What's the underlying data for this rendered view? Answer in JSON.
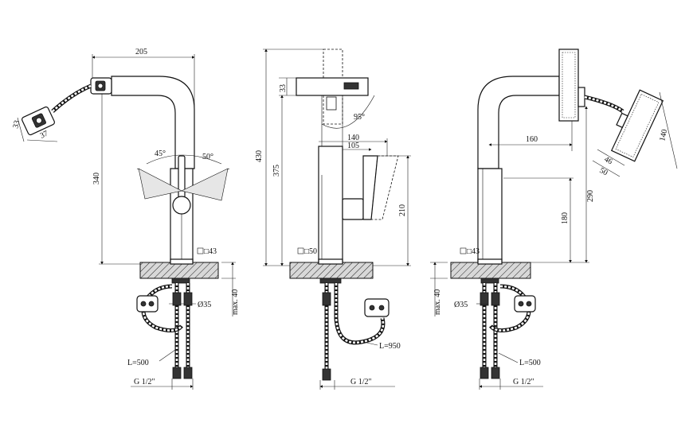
{
  "left_view": {
    "dim_width": "205",
    "dim_height": "340",
    "angle_left": "45°",
    "angle_right": "50°",
    "head_w": "33",
    "head_h": "37",
    "base": "□43",
    "deck_max": "max. 40",
    "nut": "Ø35",
    "hose_len": "L=500",
    "thread": "G 1/2\""
  },
  "middle_view": {
    "dim_total": "430",
    "dim_top": "375",
    "head_h": "33",
    "angle": "95°",
    "dim_140": "140",
    "dim_105": "105",
    "dim_210": "210",
    "base": "□50",
    "hose_len": "L=950",
    "thread": "G 1/2\""
  },
  "right_view": {
    "dim_160": "160",
    "dim_290": "290",
    "dim_180": "180",
    "spray_140": "140",
    "spray_46": "46",
    "spray_50": "50",
    "base": "□43",
    "deck_max": "max. 40",
    "nut": "Ø35",
    "hose_len": "L=500",
    "thread": "G 1/2\""
  }
}
